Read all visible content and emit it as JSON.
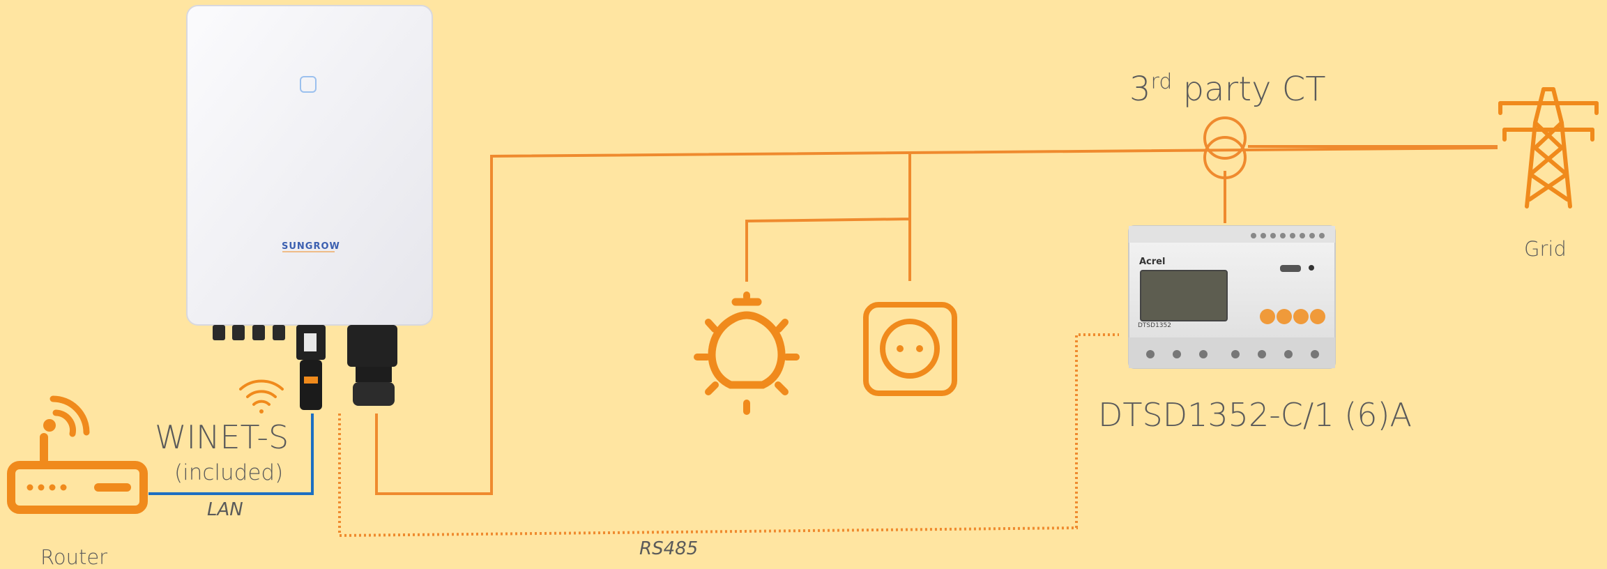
{
  "labels": {
    "winet_name": "WINET-S",
    "winet_note": "(included)",
    "lan": "LAN",
    "router": "Router",
    "rs485": "RS485",
    "ct_prefix": "3",
    "ct_sup": "rd",
    "ct_suffix": " party CT",
    "meter_name": "DTSD1352-C/1 (6)A",
    "grid": "Grid"
  },
  "device_text": {
    "inverter_brand": "SUNGROW",
    "meter_brand": "Acrel",
    "meter_model": "DTSD1352"
  },
  "colors": {
    "background": "#ffe5a1",
    "wire_orange": "#ef8a2e",
    "icon_orange": "#f08a1c",
    "lan_blue": "#1d6fc2",
    "label_gray": "#5a5a5a"
  },
  "icons": [
    "router-icon",
    "wifi-icon",
    "light-bulb-icon",
    "power-socket-icon",
    "current-transformer-icon",
    "transmission-tower-icon"
  ]
}
